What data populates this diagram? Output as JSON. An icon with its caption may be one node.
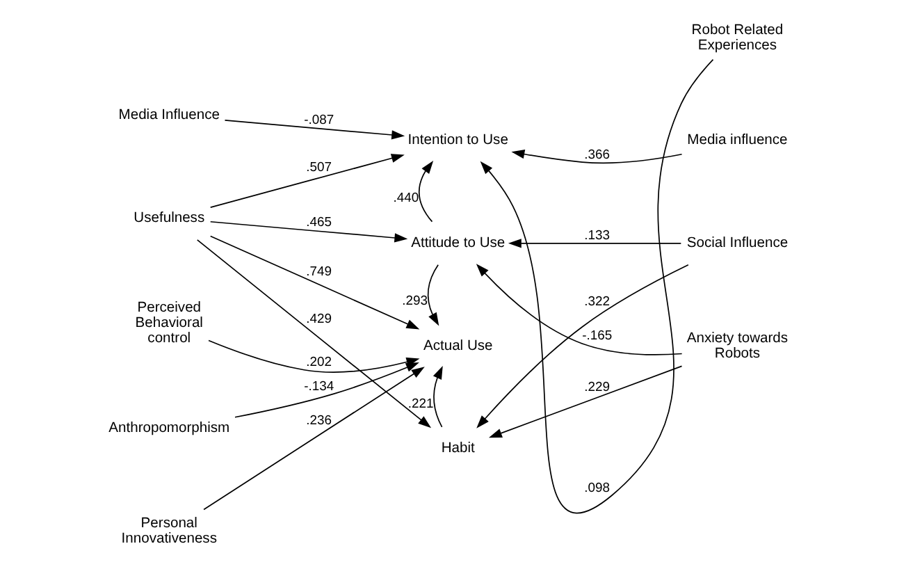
{
  "diagram": {
    "nodes": [
      {
        "text": [
          "Media Influence"
        ]
      },
      {
        "text": [
          "Usefulness"
        ]
      },
      {
        "text": [
          "Perceived Behavioral control"
        ]
      },
      {
        "text": [
          "Anthropomorphism"
        ]
      },
      {
        "text": [
          "Personal Innovativeness"
        ]
      },
      {
        "text": [
          "Intention to Use"
        ]
      },
      {
        "text": [
          "Attitude to Use"
        ]
      },
      {
        "text": [
          "Actual Use"
        ]
      },
      {
        "text": [
          "Habit"
        ]
      },
      {
        "text": [
          "Robot Related Experiences"
        ]
      },
      {
        "text": [
          "Media influence"
        ]
      },
      {
        "text": [
          "Social Influence"
        ]
      },
      {
        "text": [
          "Anxiety towards Robots"
        ]
      }
    ],
    "edges": [
      {
        "from": 0,
        "to": 5,
        "arrow": "to",
        "label": "-.087"
      },
      {
        "from": 1,
        "to": 5,
        "arrow": "to",
        "label": ".507"
      },
      {
        "from": 1,
        "to": 6,
        "arrow": "to",
        "label": ".465"
      },
      {
        "from": 1,
        "to": 7,
        "arrow": "to",
        "label": ".749"
      },
      {
        "from": 1,
        "to": 8,
        "arrow": "to",
        "label": ".429"
      },
      {
        "from": 2,
        "to": 7,
        "arrow": "to",
        "label": ".202"
      },
      {
        "from": 3,
        "to": 7,
        "arrow": "to",
        "label": "-.134"
      },
      {
        "from": 4,
        "to": 7,
        "arrow": "to",
        "label": ".236"
      },
      {
        "from": 9,
        "to": 5,
        "arrow": "to",
        "label": ".098"
      },
      {
        "from": 10,
        "to": 5,
        "arrow": "to",
        "label": ".366"
      },
      {
        "from": 6,
        "to": 5,
        "arrow": "to",
        "label": ".440"
      },
      {
        "from": 6,
        "to": 7,
        "arrow": "to",
        "label": ".293"
      },
      {
        "from": 8,
        "to": 7,
        "arrow": "to",
        "label": ".221"
      },
      {
        "from": 11,
        "to": 6,
        "arrow": "to",
        "label": ".133"
      },
      {
        "from": 12,
        "to": 6,
        "arrow": "to",
        "label": "-.165"
      },
      {
        "from": 11,
        "to": 8,
        "arrow": "to",
        "label": ".322"
      },
      {
        "from": 12,
        "to": 8,
        "arrow": "to",
        "label": ".229"
      }
    ]
  }
}
